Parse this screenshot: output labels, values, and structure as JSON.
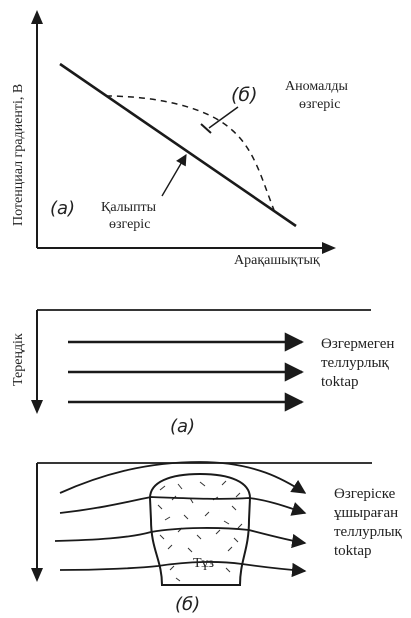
{
  "top_panel": {
    "y_axis_label": "Потенциал градиенті, В",
    "x_axis_label": "Арақашықтық",
    "label_a": "(а)",
    "label_b": "(б)",
    "anomalous_line1": "Аномалды",
    "anomalous_line2": "өзгеріс",
    "normal_line1": "Қалыпты",
    "normal_line2": "өзгеріс"
  },
  "middle_panel": {
    "y_axis_label": "Тереңдік",
    "currents_line1": "Өзгермеген",
    "currents_line2": "теллурлық",
    "currents_line3": "toktap",
    "caption": "(а)"
  },
  "bottom_panel": {
    "currents_line1": "Өзгеріске",
    "currents_line2": "ұшыраған",
    "currents_line3": "теллурлық",
    "currents_line4": "toktap",
    "salt_label": "Тұз",
    "caption": "(б)"
  }
}
